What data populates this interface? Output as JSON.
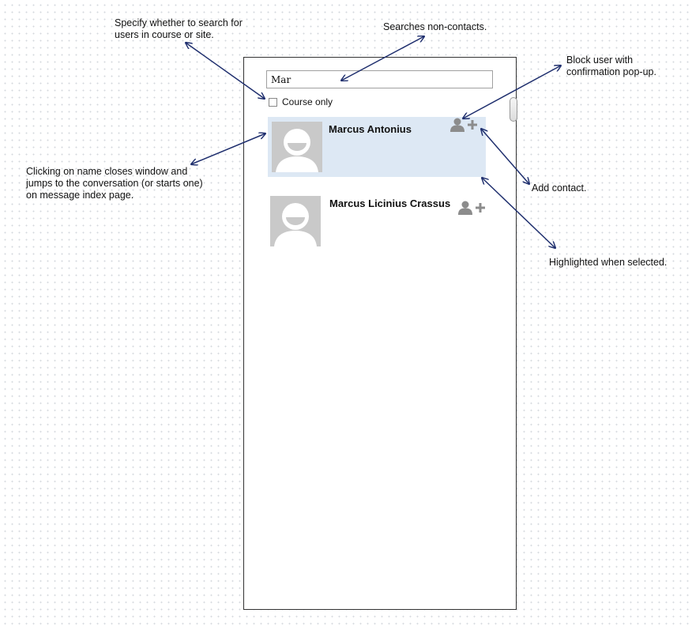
{
  "search": {
    "value": "Mar",
    "course_only_label": "Course only"
  },
  "results": [
    {
      "name": "Marcus Antonius",
      "selected": true
    },
    {
      "name": "Marcus Licinius Crassus",
      "selected": false
    }
  ],
  "icons": {
    "block": "user-silhouette-icon",
    "add": "plus-icon",
    "avatar": "default-avatar-icon"
  },
  "colors": {
    "highlight": "#dde8f4",
    "arrow": "#1f2f6e",
    "icon": "#8c8c8c",
    "avatar_bg": "#c9c9c9"
  },
  "annotations": {
    "scope": "Specify whether to search for users in course or site.",
    "non_contacts": "Searches non-contacts.",
    "block": "Block user with confirmation pop-up.",
    "name_click": "Clicking on name closes window and jumps to the conversation (or starts one) on message index page.",
    "add_contact": "Add contact.",
    "highlight": "Highlighted when selected."
  }
}
